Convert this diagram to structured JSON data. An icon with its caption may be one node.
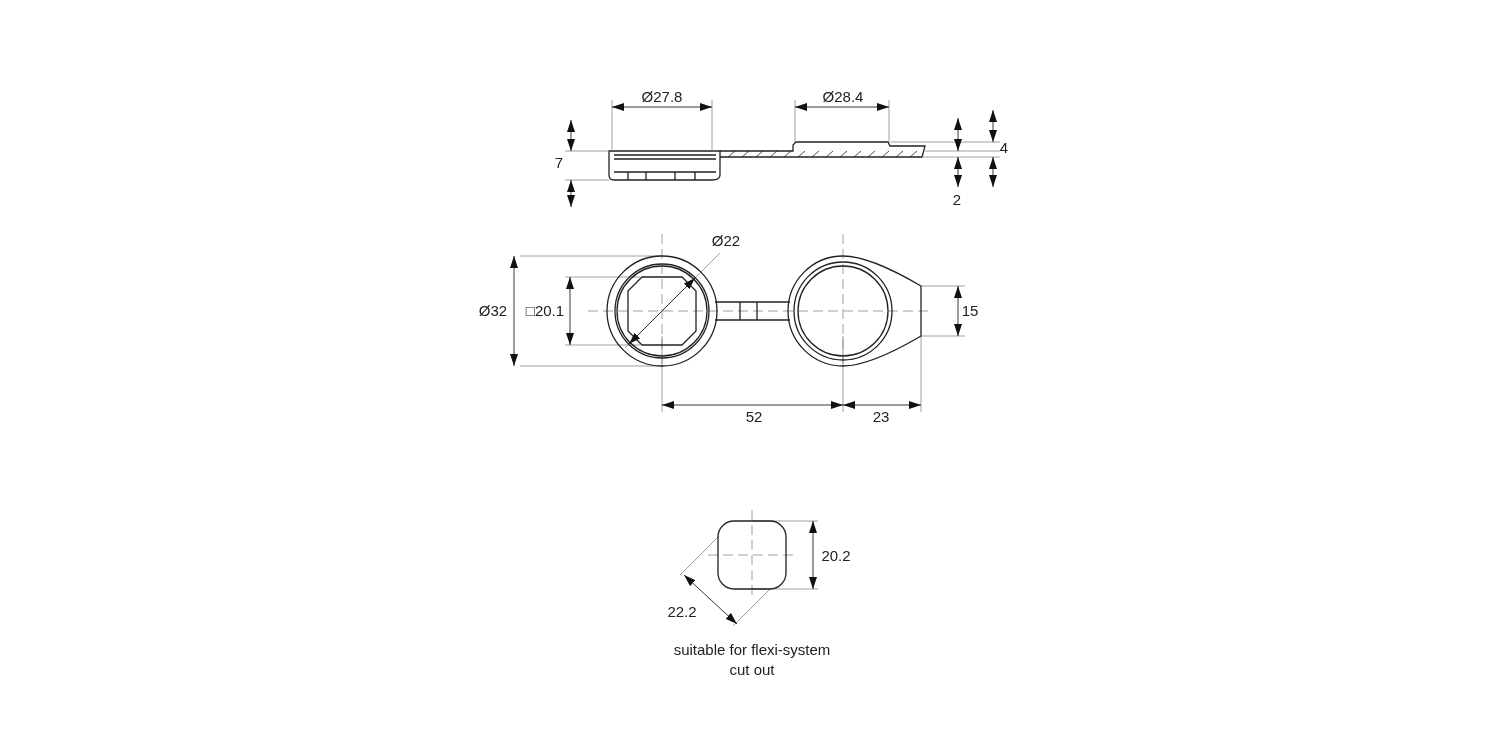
{
  "diagram": {
    "labels": [
      "Ø27.8",
      "Ø28.4",
      "7",
      "4",
      "2",
      "Ø22",
      "Ø32",
      "□20.1",
      "15",
      "52",
      "23",
      "20.2",
      "22.2",
      "suitable for flexi-system cut out"
    ]
  }
}
